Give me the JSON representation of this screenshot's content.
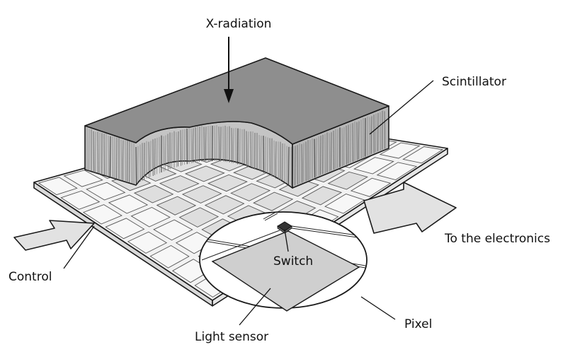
{
  "labels": {
    "xray": "X-radiation",
    "scintillator": "Scintillator",
    "electronics": "To the electronics",
    "switch": "Switch",
    "control": "Control",
    "pixel": "Pixel",
    "light_sensor": "Light sensor"
  },
  "colors": {
    "background": "#ffffff",
    "plate": "#f2f2f2",
    "pixel_exposed": "#dedede",
    "scintillator_top": "#8e8e8e",
    "scintillator_side": "#c4c4c4",
    "arrow_fill": "#e2e2e2",
    "line": "#1a1a1a"
  }
}
